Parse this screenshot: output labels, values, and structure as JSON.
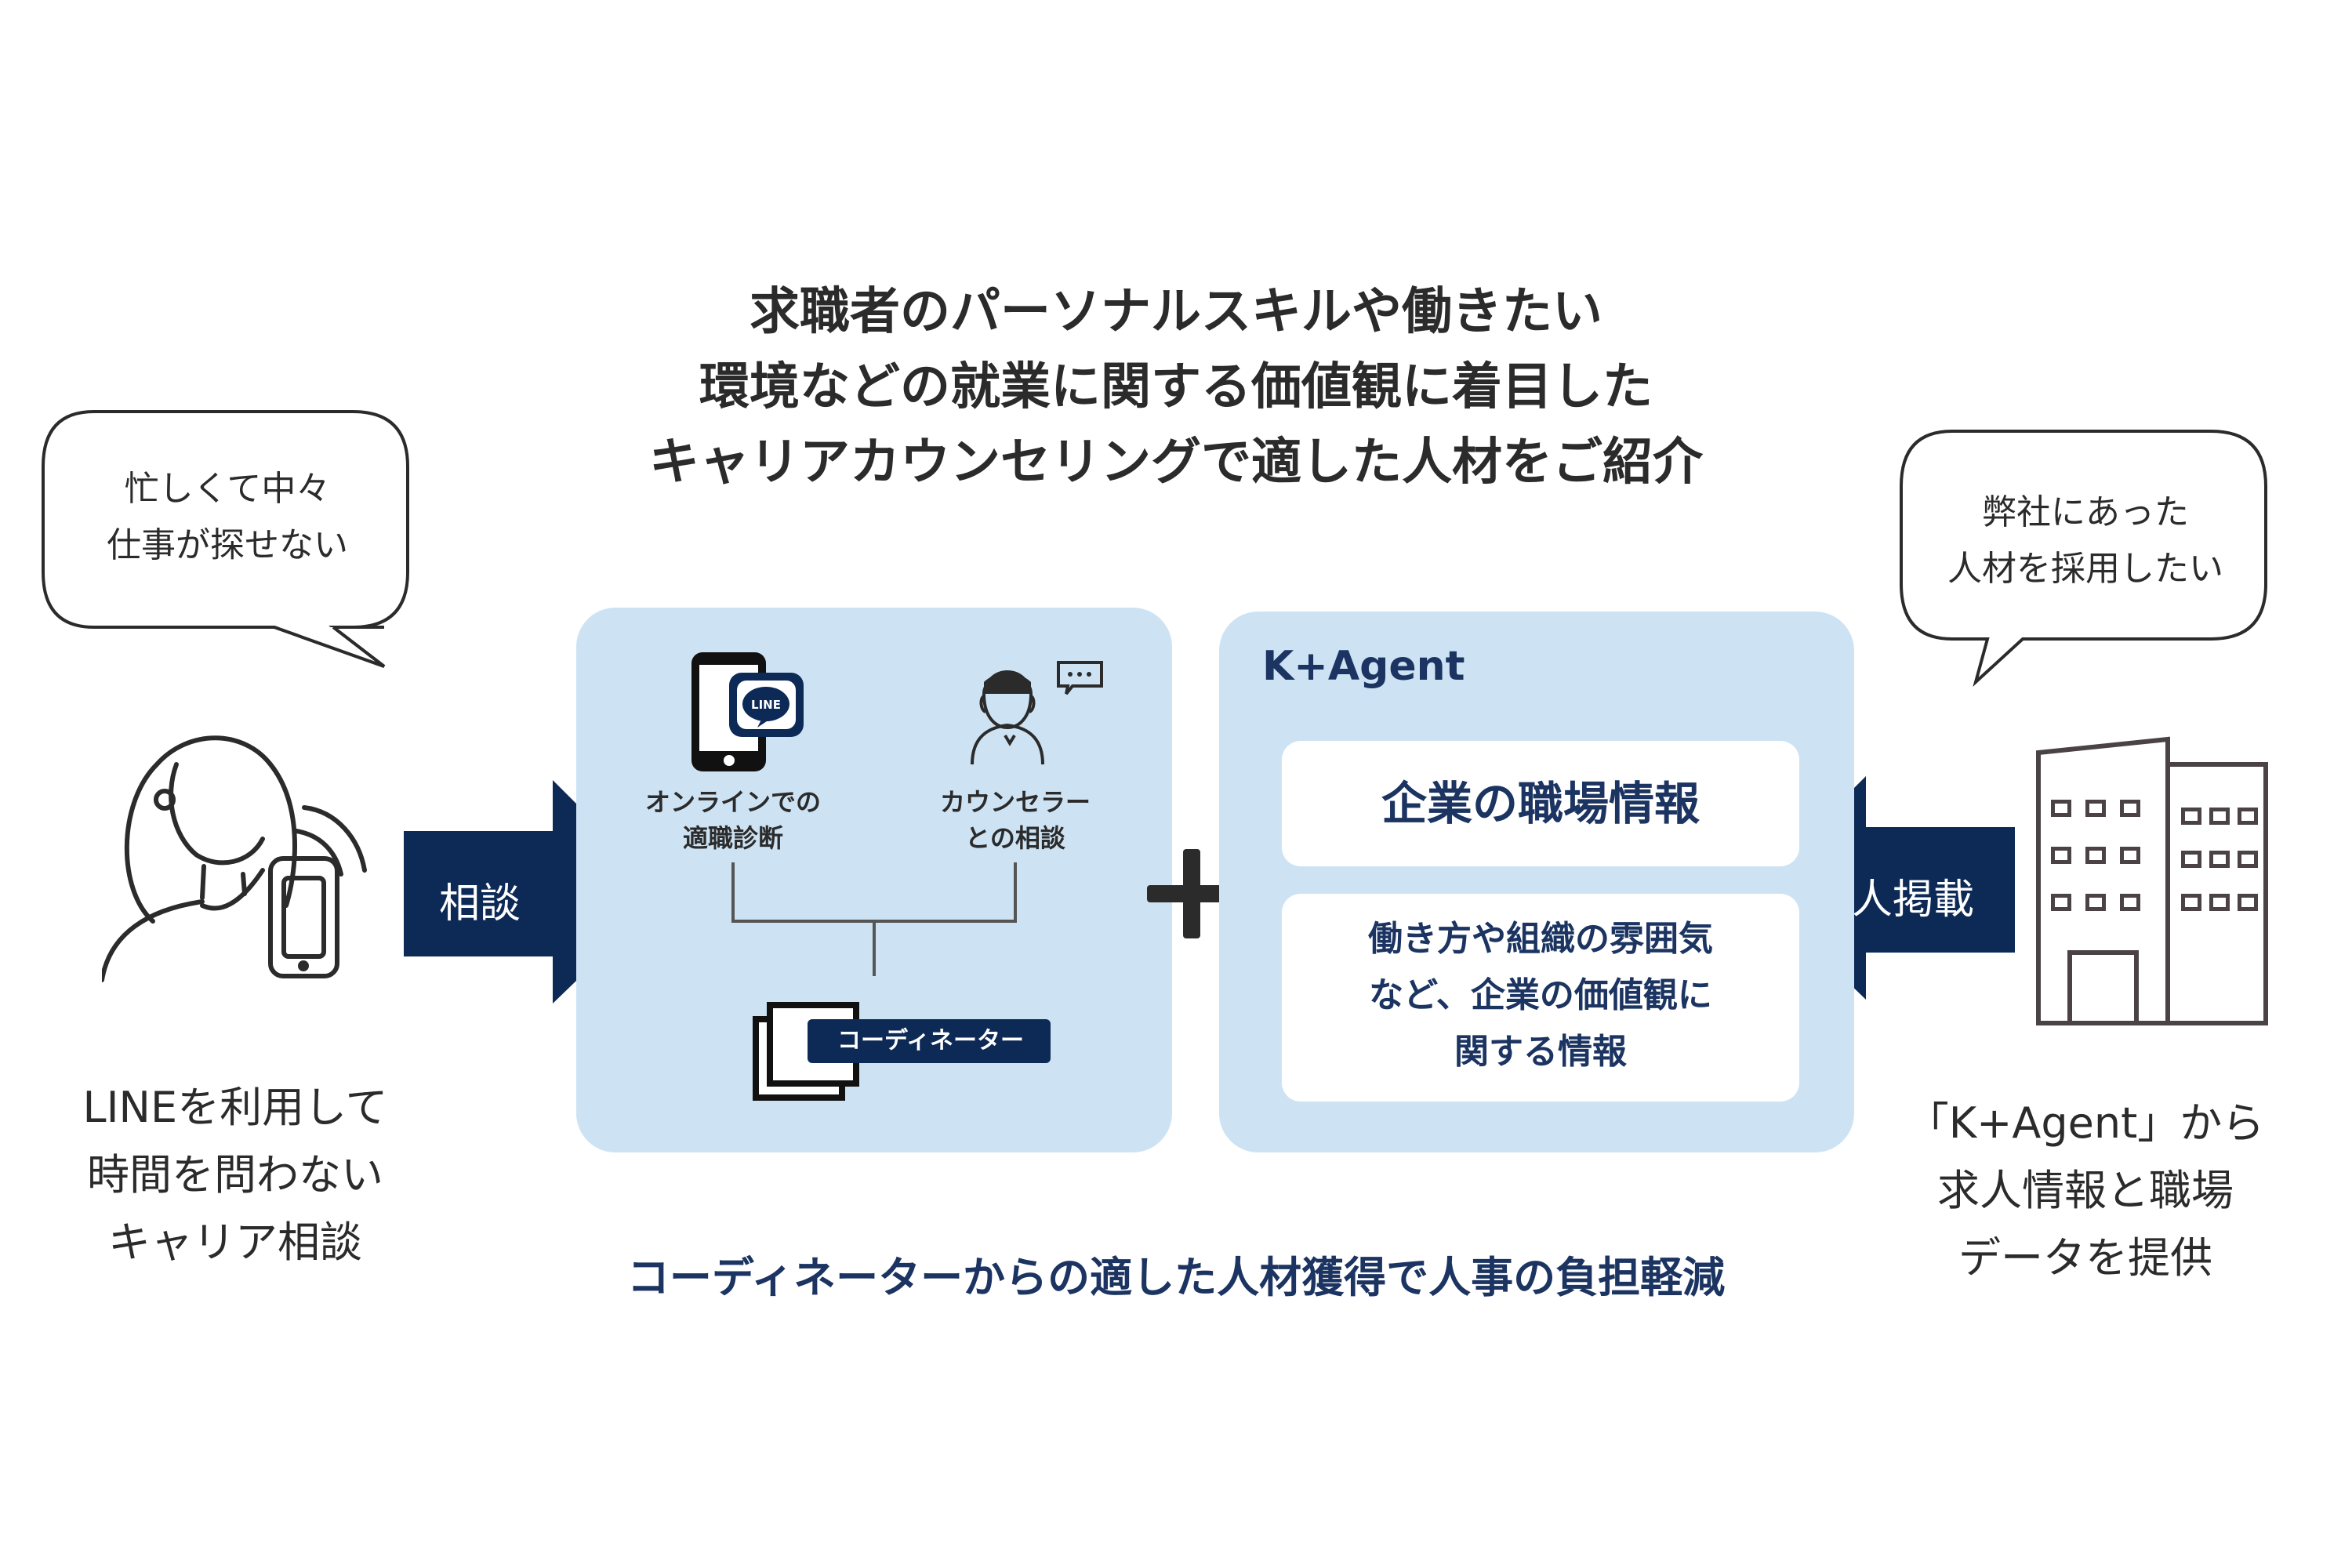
{
  "title": {
    "line1": "求職者のパーソナルスキルや働きたい",
    "line2": "環境などの就業に関する価値観に着目した",
    "line3": "キャリアカウンセリングで適した人材をご紹介"
  },
  "left_bubble": {
    "line1": "忙しくて中々",
    "line2": "仕事が探せない"
  },
  "right_bubble": {
    "line1": "弊社にあった",
    "line2": "人材を採用したい"
  },
  "left_caption": {
    "line1": "LINEを利用して",
    "line2": "時間を問わない",
    "line3": "キャリア相談"
  },
  "right_caption": {
    "line1": "「K+Agent」から",
    "line2": "求人情報と職場",
    "line3": "データを提供"
  },
  "arrow_left_label": "相談",
  "arrow_right_label": "求人掲載",
  "left_panel": {
    "line_icon_text": "LINE",
    "online_label_1": "オンラインでの",
    "online_label_2": "適職診断",
    "counselor_label_1": "カウンセラー",
    "counselor_label_2": "との相談",
    "coordinator_label": "コーディネーター"
  },
  "right_panel": {
    "brand": "K+Agent",
    "box1": "企業の職場情報",
    "box2_line1": "働き方や組織の雰囲気",
    "box2_line2": "など、企業の価値観に",
    "box2_line3": "関する情報"
  },
  "bottom_message": "コーディネーターからの適した人材獲得で人事の負担軽減",
  "colors": {
    "navy": "#0d2a57",
    "panel": "#cde3f4",
    "text": "#2b2b2b"
  }
}
